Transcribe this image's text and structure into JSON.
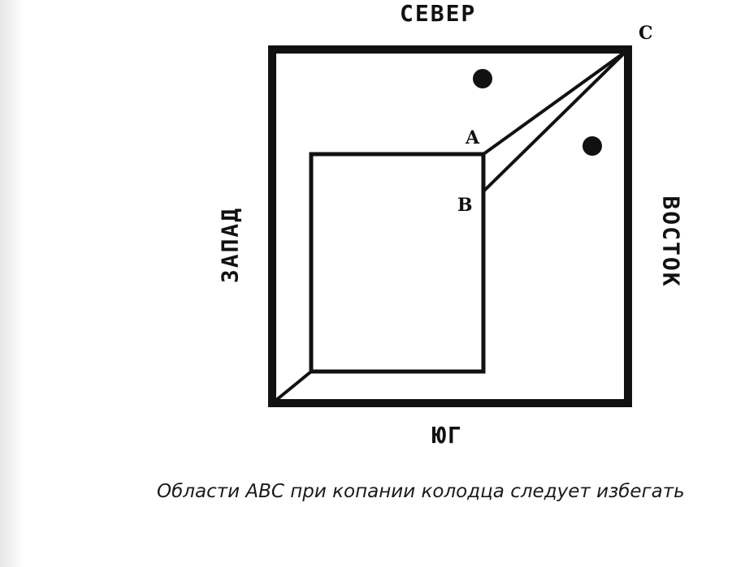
{
  "directions": {
    "north": "СЕВЕР",
    "south": "ЮГ",
    "west": "ЗАПАД",
    "east": "ВОСТОК"
  },
  "points": {
    "a": "A",
    "b": "B",
    "c": "C"
  },
  "caption": "Области ABC при копании колодца следует избегать",
  "colors": {
    "ink": "#111111",
    "background": "#ffffff"
  }
}
